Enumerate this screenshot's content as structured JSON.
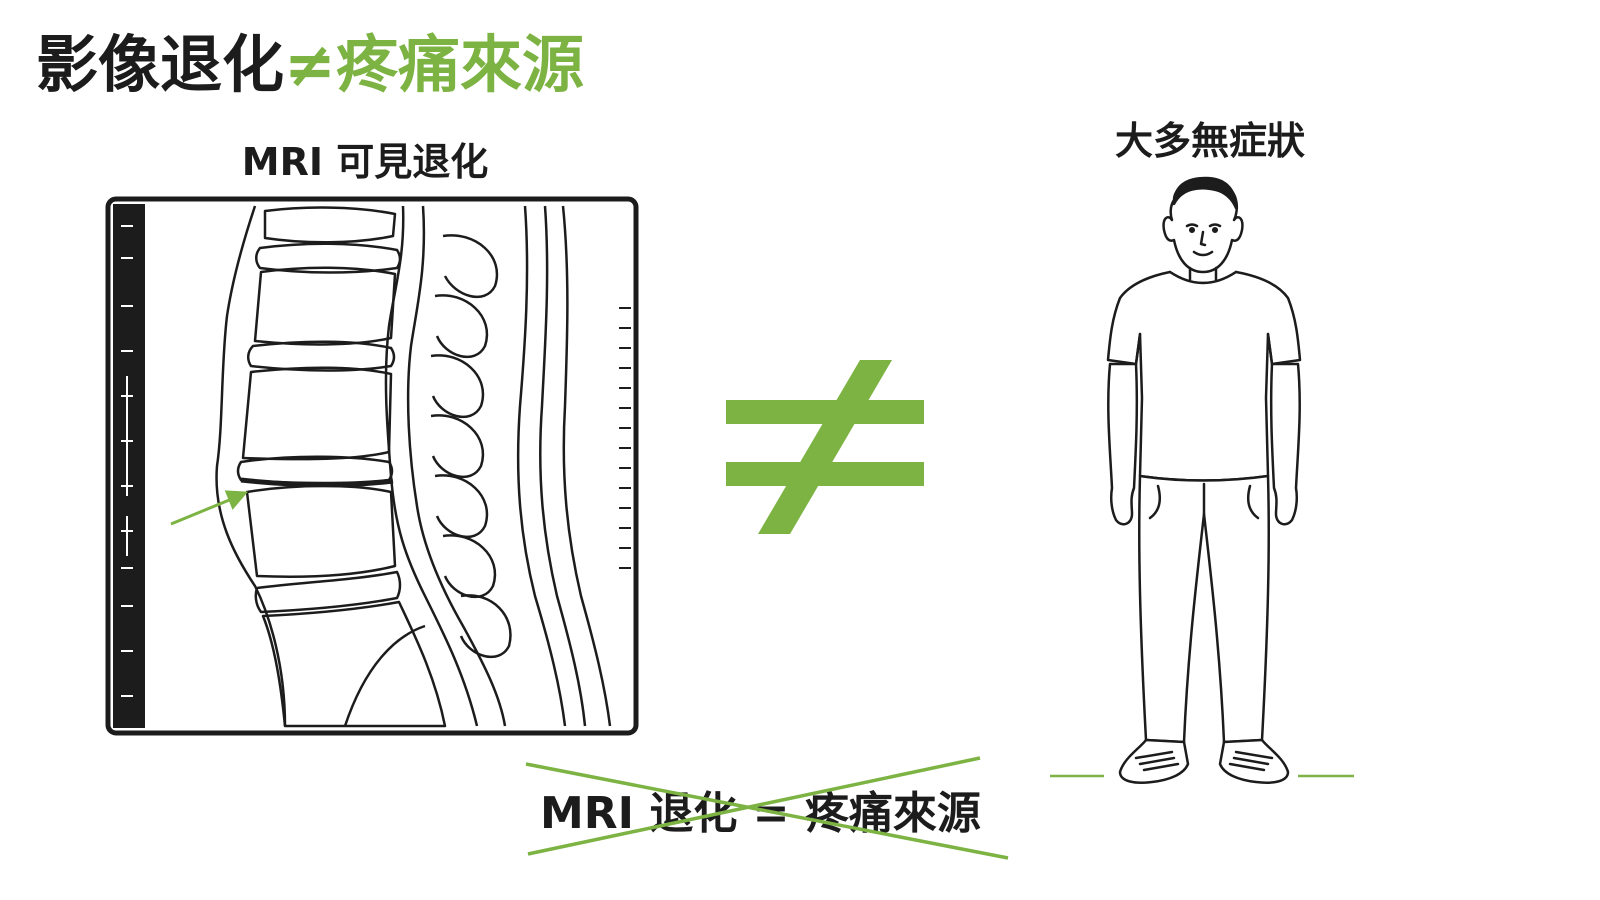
{
  "headline": {
    "part1": "影像退化",
    "symbol": "≠",
    "part2": "疼痛來源"
  },
  "mri_panel": {
    "caption": "MRI 可見退化",
    "icon": "lumbar-spine-mri-icon",
    "highlighted_disc_level": "narrowed lumbar disc (L4–L5)"
  },
  "comparison_symbol": {
    "glyph": "≠",
    "icon": "not-equal-icon"
  },
  "person_panel": {
    "caption": "大多無症狀",
    "icon": "standing-person-icon"
  },
  "bottom_statement": {
    "text": "MRI 退化 = 疼痛來源",
    "crossed_out": true,
    "icon": "cross-out-icon"
  },
  "colors": {
    "accent": "#7cb342",
    "text": "#1c1c1c",
    "background": "#ffffff"
  }
}
